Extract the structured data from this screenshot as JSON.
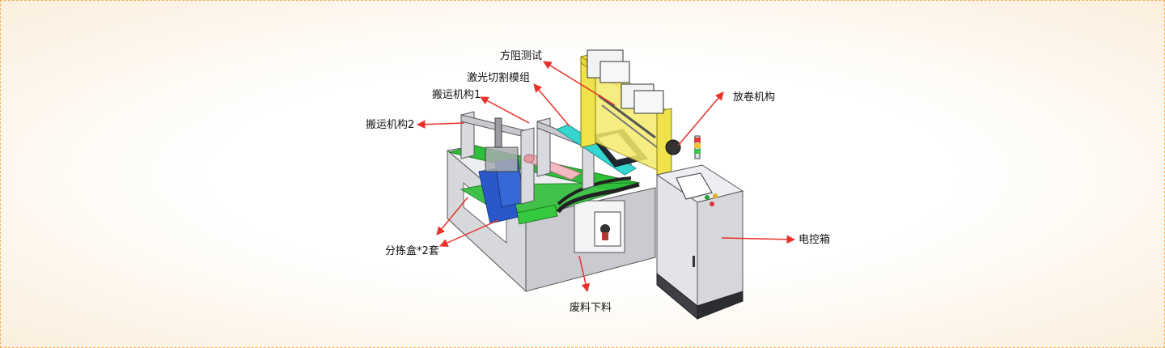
{
  "colors": {
    "arrow": "#e8312a",
    "frame_border": "#f0b35a",
    "machine_body": "#dcdde2",
    "green_track": "#2fbf3a",
    "yellow_frame": "#efe24a",
    "blue_box": "#2a58c8",
    "cyan_module": "#35d6d0"
  },
  "labels": {
    "resistance_test": "方阻测试",
    "laser_cutting": "激光切割模组",
    "transport_1": "搬运机构1",
    "transport_2": "搬运机构2",
    "unwind": "放卷机构",
    "electric_cabinet": "电控箱",
    "sorting_box": "分拣盒*2套",
    "waste_discharge": "废料下料"
  }
}
